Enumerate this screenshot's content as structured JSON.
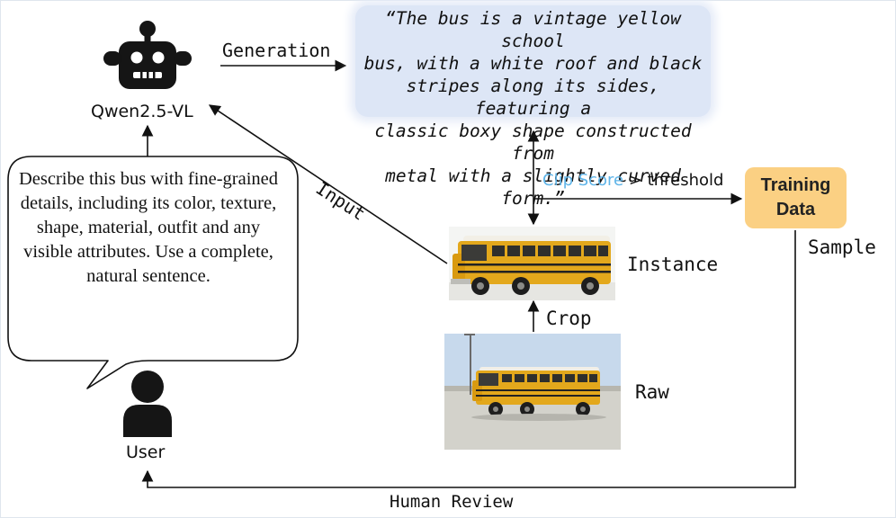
{
  "model": {
    "name": "Qwen2.5-VL",
    "icon": "robot-icon"
  },
  "user": {
    "name": "User",
    "icon": "user-icon"
  },
  "prompt": "Describe this bus with fine-grained details, including its color, texture, shape, material, outfit and any visible attributes. Use a complete, natural sentence.",
  "caption": "“The bus is a vintage yellow school\nbus, with a white roof and black\nstripes along its sides, featuring a\nclassic boxy shape constructed from\nmetal with a slightly curved form.”",
  "edges": {
    "generation": "Generation",
    "input": "Input",
    "clip_score": "Clip Score",
    "threshold": " > threshold",
    "crop": "Crop",
    "sample": "Sample",
    "human_review": "Human Review"
  },
  "images": {
    "instance_label": "Instance",
    "raw_label": "Raw"
  },
  "training_data": "Training\nData",
  "colors": {
    "caption_bg": "#dde6f6",
    "training_bg": "#fbd083",
    "clip_score": "#5fb4e8",
    "bus_yellow": "#e3a81c"
  }
}
